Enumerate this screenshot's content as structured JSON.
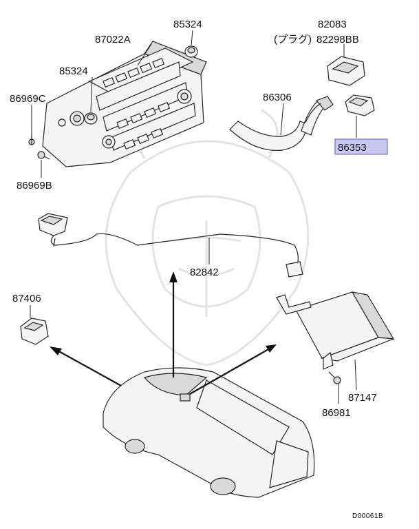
{
  "diagram": {
    "parts": [
      {
        "id": "p87022A",
        "label": "87022A"
      },
      {
        "id": "p85324a",
        "label": "85324"
      },
      {
        "id": "p85324b",
        "label": "85324"
      },
      {
        "id": "p86969C",
        "label": "86969C"
      },
      {
        "id": "p86969B",
        "label": "86969B"
      },
      {
        "id": "p82083",
        "label": "82083"
      },
      {
        "id": "p82298BB",
        "label": "82298BB"
      },
      {
        "id": "p82298BB_note",
        "label": "(プラグ)"
      },
      {
        "id": "p86306",
        "label": "86306"
      },
      {
        "id": "p86353",
        "label": "86353",
        "highlighted": true
      },
      {
        "id": "p82842",
        "label": "82842"
      },
      {
        "id": "p87406",
        "label": "87406"
      },
      {
        "id": "p87147",
        "label": "87147"
      },
      {
        "id": "p86981",
        "label": "86981"
      }
    ],
    "drawing_code": "D00061B",
    "highlight_color": "#c8c8f0",
    "highlight_border": "#5a5ab8"
  }
}
